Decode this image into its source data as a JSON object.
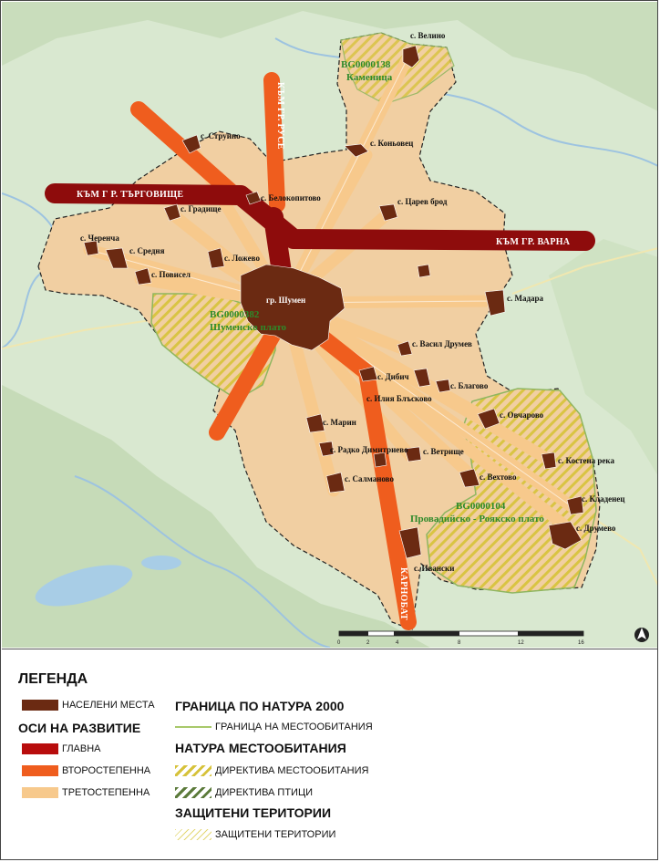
{
  "map": {
    "axes": {
      "targovishte": "КЪМ Г Р. ТЪРГОВИЩЕ",
      "varna": "КЪМ ГР. ВАРНА",
      "ruse": "КЪМ ГР. РУСЕ",
      "karnobat": "КАРНОБАТ"
    },
    "towns": [
      {
        "id": "shumen",
        "label": "гр. Шумен"
      },
      {
        "id": "velino",
        "label": "с. Велино"
      },
      {
        "id": "struino",
        "label": "с. Струино"
      },
      {
        "id": "konovets",
        "label": "с. Коньовец"
      },
      {
        "id": "belokopitovo",
        "label": "с. Белокопитово"
      },
      {
        "id": "gradishte",
        "label": "с. Градище"
      },
      {
        "id": "tsaren-brod",
        "label": "с. Царев брод"
      },
      {
        "id": "cherencha",
        "label": "с. Черенча"
      },
      {
        "id": "sredna",
        "label": "с. Средня"
      },
      {
        "id": "lozevo",
        "label": "с. Ложево"
      },
      {
        "id": "povisel",
        "label": "с. Повисел"
      },
      {
        "id": "madara",
        "label": "с. Мадара"
      },
      {
        "id": "vasil-drumev",
        "label": "с. Васил Друмев"
      },
      {
        "id": "dibich",
        "label": "с. Дибич"
      },
      {
        "id": "ilia-blaskovo",
        "label": "с. Илия Блъсково"
      },
      {
        "id": "blagovo",
        "label": "с. Благово"
      },
      {
        "id": "ovcharovo",
        "label": "с. Овчарово"
      },
      {
        "id": "mars",
        "label": "с. Марин"
      },
      {
        "id": "radko-dimitrievo",
        "label": "с. Радко Димитриево"
      },
      {
        "id": "vetrishte",
        "label": "с. Ветрище"
      },
      {
        "id": "kostena-reka",
        "label": "с. Костена река"
      },
      {
        "id": "salmanovo",
        "label": "с. Салманово"
      },
      {
        "id": "vehtovo",
        "label": "с. Вехтово"
      },
      {
        "id": "kladenets",
        "label": "с. Кладенец"
      },
      {
        "id": "drumevo",
        "label": "с. Друмево"
      },
      {
        "id": "ivanski",
        "label": "с. Ивански"
      }
    ],
    "natura": [
      {
        "code": "BG0000138",
        "name": "Каменица"
      },
      {
        "code": "BG0000382",
        "name": "Шуменско плато"
      },
      {
        "code": "BG0000104",
        "name": "Провадийско - Роякско плато"
      }
    ],
    "scale_ticks": [
      "0",
      "2",
      "4",
      "8",
      "12",
      "16"
    ],
    "north_arrow": "north-arrow-icon"
  },
  "legend": {
    "title": "ЛЕГЕНДА",
    "settlements": "НАСЕЛЕНИ МЕСТА",
    "axes_heading": "ОСИ НА РАЗВИТИЕ",
    "axis_main": "ГЛАВНА",
    "axis_secondary": "ВТОРОСТЕПЕННА",
    "axis_tertiary": "ТРЕТОСТЕПЕННА",
    "natura_border_heading": "ГРАНИЦА ПО НАТУРА 2000",
    "habitat_border": "ГРАНИЦА НА МЕСТООБИТАНИЯ",
    "natura_habitats_heading": "НАТУРА МЕСТООБИТАНИЯ",
    "habitats_directive": "ДИРЕКТИВА МЕСТООБИТАНИЯ",
    "birds_directive": "ДИРЕКТИВА ПТИЦИ",
    "protected_heading": "ЗАЩИТЕНИ ТЕРИТОРИИ",
    "protected_item": "ЗАЩИТЕНИ ТЕРИТОРИИ"
  },
  "colors": {
    "settlement": "#6b2a12",
    "axis_main": "#8e0c0c",
    "axis_secondary": "#ef5d1e",
    "axis_tertiary": "#f7c98c",
    "municipality": "#f1cfa2",
    "basemap": "#d9e8d0"
  }
}
